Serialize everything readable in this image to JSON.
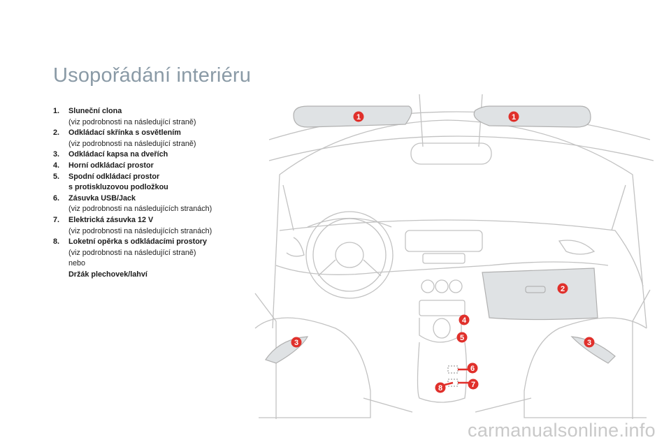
{
  "page": {
    "title": "Usopořádání interiéru",
    "watermark": "carmanualsonline.info"
  },
  "legend": [
    {
      "num": "1.",
      "lines": [
        {
          "t": "Sluneční clona",
          "bold": true
        },
        {
          "t": "(viz podrobnosti na následující straně)",
          "bold": false
        }
      ]
    },
    {
      "num": "2.",
      "lines": [
        {
          "t": "Odkládací skřínka s osvětlením",
          "bold": true
        },
        {
          "t": "(viz podrobnosti na následující straně)",
          "bold": false
        }
      ]
    },
    {
      "num": "3.",
      "lines": [
        {
          "t": "Odkládací kapsa na dveřích",
          "bold": true
        }
      ]
    },
    {
      "num": "4.",
      "lines": [
        {
          "t": "Horní odkládací prostor",
          "bold": true
        }
      ]
    },
    {
      "num": "5.",
      "lines": [
        {
          "t": "Spodní odkládací prostor",
          "bold": true
        },
        {
          "t": "s protiskluzovou podložkou",
          "bold": true
        }
      ]
    },
    {
      "num": "6.",
      "lines": [
        {
          "t": "Zásuvka USB/Jack",
          "bold": true
        },
        {
          "t": "(viz podrobnosti na následujících stranách)",
          "bold": false
        }
      ]
    },
    {
      "num": "7.",
      "lines": [
        {
          "t": "Elektrická zásuvka 12 V",
          "bold": true
        },
        {
          "t": "(viz podrobnosti na následujících stranách)",
          "bold": false
        }
      ]
    },
    {
      "num": "8.",
      "lines": [
        {
          "t": "Loketní opěrka s odkládacími prostory",
          "bold": true
        },
        {
          "t": "(viz podrobnosti na následující straně)",
          "bold": false
        },
        {
          "t": "nebo",
          "bold": false
        },
        {
          "t": "Držák plechovek/lahví",
          "bold": true
        }
      ]
    }
  ],
  "markers": [
    "1",
    "1",
    "2",
    "3",
    "3",
    "4",
    "5",
    "6",
    "7",
    "8"
  ],
  "colors": {
    "title": "#8a9aa6",
    "marker": "#e0302b",
    "line": "#b9b9b9",
    "highlight": "#dfe2e4"
  }
}
